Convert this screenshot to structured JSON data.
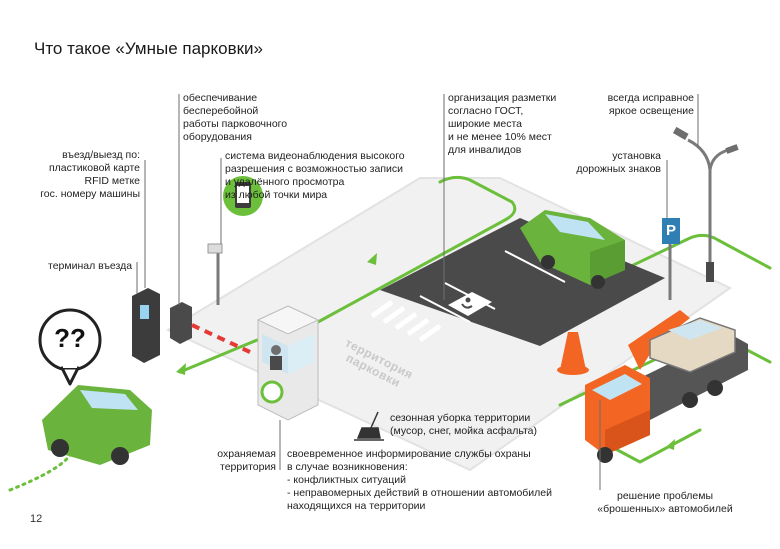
{
  "title": "Что такое «Умные парковки»",
  "page_number": "12",
  "zone_label": "территория\nпарковки",
  "colors": {
    "accent_green": "#6bbf3a",
    "car_green": "#6ab43e",
    "asphalt": "#4a4a4a",
    "truck_orange": "#f26522",
    "line_gray": "#6e6e6e"
  },
  "labels": {
    "equipment": "обеспечивание\nбесперебойной\nработы парковочного\nоборудования",
    "access": "въезд/выезд по:\nпластиковой карте\nRFID метке\nгос. номеру машины",
    "terminal": "терминал въезда",
    "cctv": "система видеонаблюдения высокого\nразрешения с возможностью записи\nи удалённого просмотра\nиз любой точки мира",
    "marking": "организация разметки\nсогласно ГОСТ,\nширокие места\nи не менее 10% мест\nдля инвалидов",
    "lighting": "всегда исправное\nяркое освещение",
    "signs": "установка\nдорожных знаков",
    "cleaning": "сезонная уборка территории\n(мусор, снег, мойка асфальта)",
    "guarded": "охраняемая\nтерритория",
    "security": "своевременное информирование службы охраны\nв случае возникновения:\n- конфликтных ситуаций\n- неправомерных действий в отношении автомобилей\nнаходящихся на территории",
    "abandoned": "решение проблемы\n«брошенных» автомобилей"
  },
  "icons": {
    "question": "??",
    "parking_sign": "P"
  }
}
